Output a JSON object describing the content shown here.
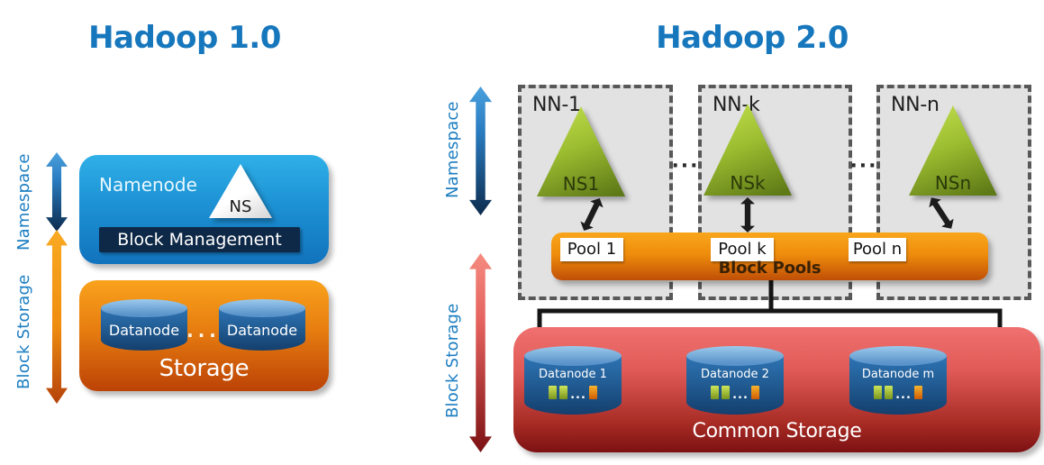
{
  "hadoop1": {
    "title": "Hadoop 1.0",
    "namespace_label": "Namespace",
    "block_storage_label": "Block Storage",
    "namenode_label": "Namenode",
    "ns_triangle_label": "NS",
    "block_management_label": "Block Management",
    "datanodes": [
      "Datanode",
      "Datanode"
    ],
    "storage_dots": "...",
    "storage_label": "Storage"
  },
  "hadoop2": {
    "title": "Hadoop 2.0",
    "namespace_label": "Namespace",
    "block_storage_label": "Block Storage",
    "namenodes": [
      {
        "name": "NN-1",
        "ns_label": "NS1",
        "pool_label": "Pool 1"
      },
      {
        "name": "NN-k",
        "ns_label": "NSk",
        "pool_label": "Pool k"
      },
      {
        "name": "NN-n",
        "ns_label": "NSn",
        "pool_label": "Pool n"
      }
    ],
    "separator_dots": "···",
    "block_pools_label": "Block Pools",
    "datanodes": [
      "Datanode 1",
      "Datanode 2",
      "Datanode m"
    ],
    "block_dots": "...",
    "common_storage_label": "Common Storage"
  },
  "colors": {
    "title_blue": "#1777bd",
    "side_label_blue": "#1c7ec2",
    "namenode_blue_top": "#2fb0e8",
    "namenode_blue_bottom": "#1173bd",
    "block_management_navy": "#0e2947",
    "storage_orange_top": "#f9a21c",
    "storage_orange_bottom": "#bc4206",
    "block_pools_orange_top": "#f9a61b",
    "block_pools_orange_bottom": "#c04f06",
    "common_storage_red_top": "#ef716f",
    "common_storage_red_bottom": "#7c1113",
    "triangle_green_top": "#bcdb4a",
    "triangle_green_bottom": "#5e7a17",
    "dashed_box_fill": "#e2e2e2",
    "dashed_box_border": "#585858",
    "cylinder_body_blue": "#225d95",
    "cylinder_top_blue": "#5b94cb"
  }
}
